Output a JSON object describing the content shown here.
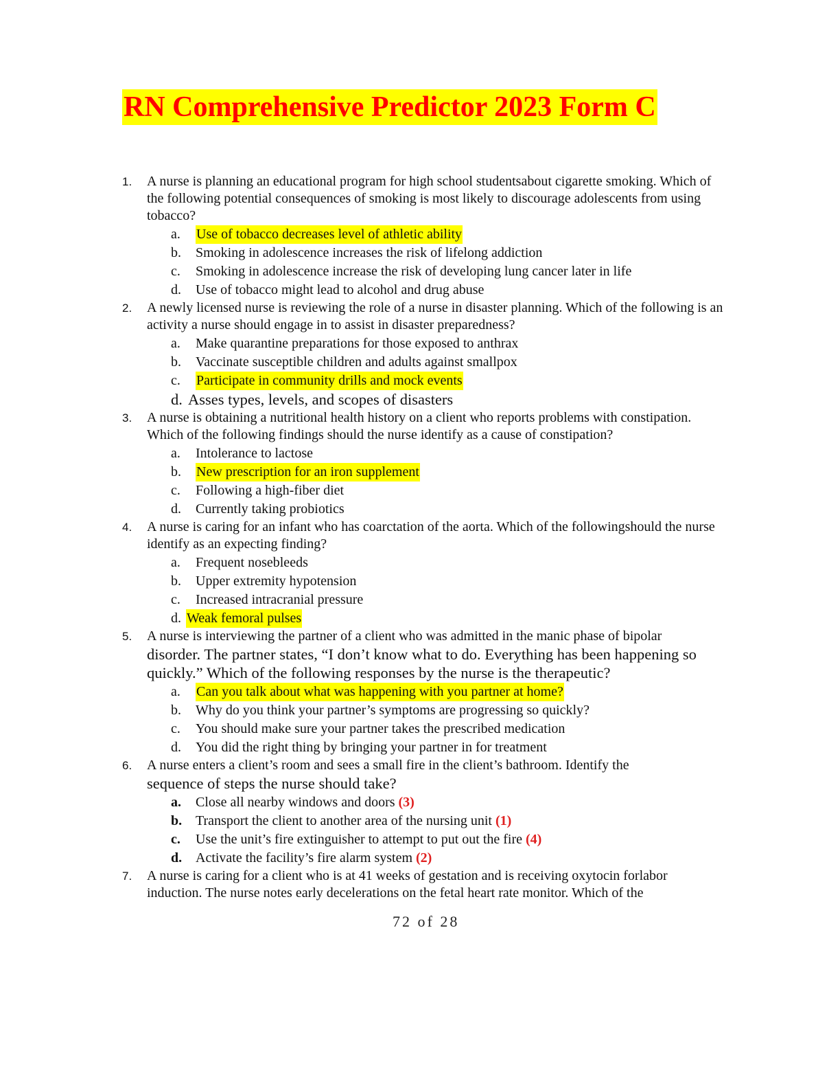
{
  "title": "RN Comprehensive Predictor 2023 Form C",
  "questions": [
    {
      "number": "1.",
      "text": "A nurse is planning an educational program for high school studentsabout cigarette smoking. Which of the following potential consequences of smoking is most likely to discourage adolescents from using tobacco?",
      "options": [
        {
          "letter": "a.",
          "text": "Use of tobacco decreases level of athletic ability"
        },
        {
          "letter": "b.",
          "text": "Smoking in adolescence increases the risk of lifelong addiction"
        },
        {
          "letter": "c.",
          "text": "Smoking in adolescence increase the risk of developing lung cancer later in life"
        },
        {
          "letter": "d.",
          "text": "Use of tobacco might lead to alcohol and drug abuse"
        }
      ]
    },
    {
      "number": "2.",
      "text": " A newly licensed nurse is reviewing the role of a nurse in disaster planning. Which of the following is an activity a nurse should engage in to assist in disaster preparedness?",
      "options": [
        {
          "letter": "a.",
          "text": "Make quarantine preparations for those exposed to anthrax"
        },
        {
          "letter": "b.",
          "text": "Vaccinate susceptible children and adults against smallpox"
        },
        {
          "letter": "c.",
          "text": "Participate in community drills and mock events"
        },
        {
          "letter": "d.",
          "text": "Asses types, levels, and scopes of disasters"
        }
      ]
    },
    {
      "number": "3.",
      "text": "A nurse is obtaining a nutritional health history on a client who reports problems with constipation. Which of the following findings should the nurse identify as a cause of constipation?",
      "options": [
        {
          "letter": "a.",
          "text": "Intolerance to lactose"
        },
        {
          "letter": "b.",
          "text": "New prescription for an iron supplement"
        },
        {
          "letter": "c.",
          "text": "Following a high-fiber diet"
        },
        {
          "letter": "d.",
          "text": "Currently taking probiotics"
        }
      ]
    },
    {
      "number": "4.",
      "text": "A nurse is caring for an infant who has coarctation of the aorta. Which of the followingshould the nurse identify as an expecting finding?",
      "options": [
        {
          "letter": "a.",
          "text": "Frequent nosebleeds"
        },
        {
          "letter": "b.",
          "text": "Upper extremity hypotension"
        },
        {
          "letter": "c.",
          "text": "Increased intracranial pressure"
        },
        {
          "letter": "d.",
          "text": "Weak femoral pulses"
        }
      ]
    },
    {
      "number": "5.",
      "text_line1": "A nurse is interviewing the partner of a client who was admitted in the manic phase of bipolar",
      "text_rest": "disorder. The partner states, “I don’t know what to do. Everything has been happening so quickly.” Which of the following responses by the nurse is the therapeutic?",
      "options": [
        {
          "letter": "a.",
          "text": "Can you talk about what was happening with you partner at home?"
        },
        {
          "letter": "b.",
          "text": "Why do you think your partner’s symptoms are progressing so quickly?"
        },
        {
          "letter": "c.",
          "text": "You should make sure your partner takes the prescribed medication"
        },
        {
          "letter": "d.",
          "text": "You did the right thing by bringing your partner in for treatment"
        }
      ]
    },
    {
      "number": "6.",
      "text_line1": "A nurse enters a client’s room and sees a small fire in the client’s bathroom. Identify the",
      "text_rest": "sequence of steps the nurse should take?",
      "options": [
        {
          "letter": "a.",
          "text": "Close all nearby windows and doors",
          "seq": "(3)"
        },
        {
          "letter": "b.",
          "text": "Transport the client to another area of the nursing unit",
          "seq": "(1)"
        },
        {
          "letter": "c.",
          "text": "Use the unit’s fire extinguisher to attempt to put out the fire",
          "seq": "(4)"
        },
        {
          "letter": "d.",
          "text": "Activate the facility’s fire alarm system",
          "seq": "(2)"
        }
      ]
    },
    {
      "number": "7.",
      "text_line1": "A nurse is caring for a client who is at 41 weeks of gestation and is receiving oxytocin forlabor",
      "text_line2": "induction. The nurse notes early decelerations on the fetal heart rate monitor. Which of the"
    }
  ],
  "footer": {
    "page_label": "72 of 28"
  },
  "colors": {
    "highlight": "#ffff00",
    "title_text": "#ff0000",
    "sequence_text": "#e02020"
  }
}
